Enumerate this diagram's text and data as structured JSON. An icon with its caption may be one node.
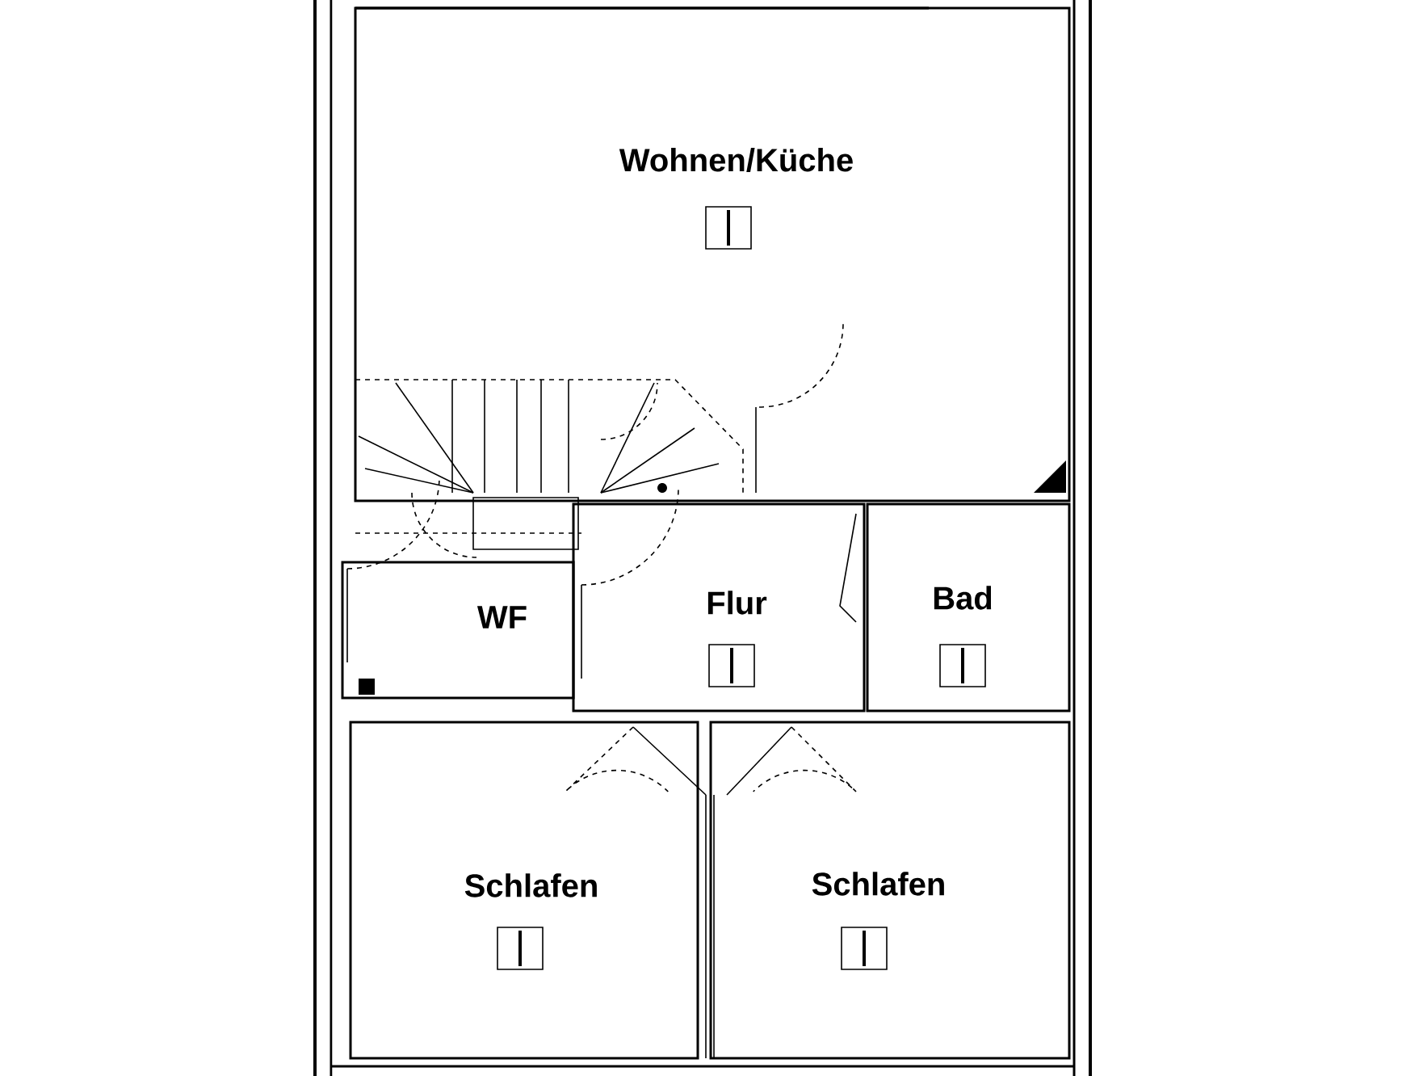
{
  "diagram": {
    "nodes": [
      {
        "text": [
          "Wohnen/Küche"
        ]
      },
      {
        "text": [
          "WF"
        ]
      },
      {
        "text": [
          "Flur"
        ]
      },
      {
        "text": [
          "Bad"
        ]
      },
      {
        "text": [
          "Schlafen"
        ]
      },
      {
        "text": [
          "Schlafen"
        ]
      }
    ]
  }
}
